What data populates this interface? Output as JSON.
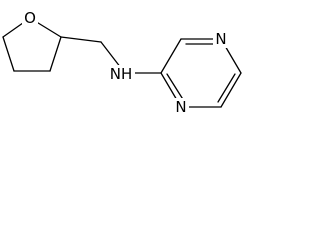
{
  "molecule": {
    "atoms": {
      "oxygen": "O",
      "amine": "NH",
      "pyrazine_n_top": "N",
      "pyrazine_n_bottom": "N"
    }
  },
  "colors": {
    "bond": "#000000",
    "label": "#000000",
    "background": "#ffffff"
  }
}
